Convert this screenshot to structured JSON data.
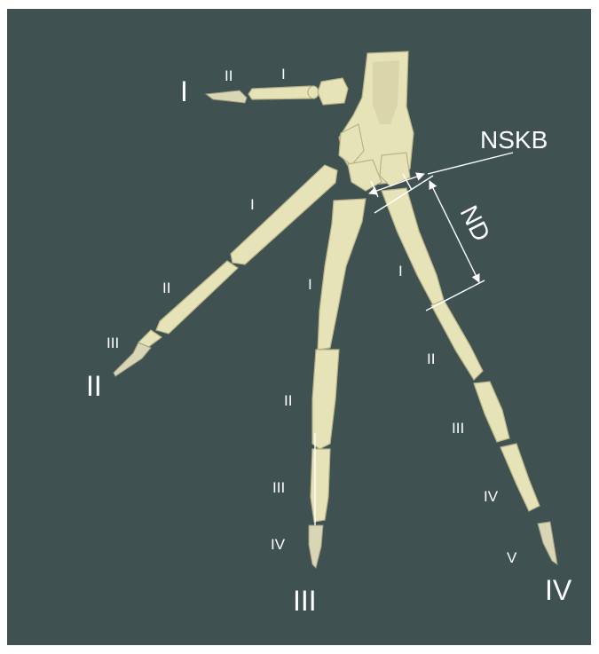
{
  "labels": {
    "digit_1": "I",
    "digit_1_phalanx_1": "I",
    "digit_1_phalanx_2": "II",
    "digit_2": "II",
    "digit_2_phalanx_1": "I",
    "digit_2_phalanx_2": "II",
    "digit_2_phalanx_3": "III",
    "digit_3": "III",
    "digit_3_phalanx_1": "I",
    "digit_3_phalanx_2": "II",
    "digit_3_phalanx_3": "III",
    "digit_3_phalanx_4": "IV",
    "digit_4": "IV",
    "digit_4_phalanx_1": "I",
    "digit_4_phalanx_2": "II",
    "digit_4_phalanx_3": "III",
    "digit_4_phalanx_4": "IV",
    "digit_4_phalanx_5": "V",
    "measure_nskb": "NSKB",
    "measure_nd": "ND"
  },
  "colors": {
    "background": "#3f5151",
    "bone": "#e7e3b9",
    "label": "#ffffff"
  }
}
